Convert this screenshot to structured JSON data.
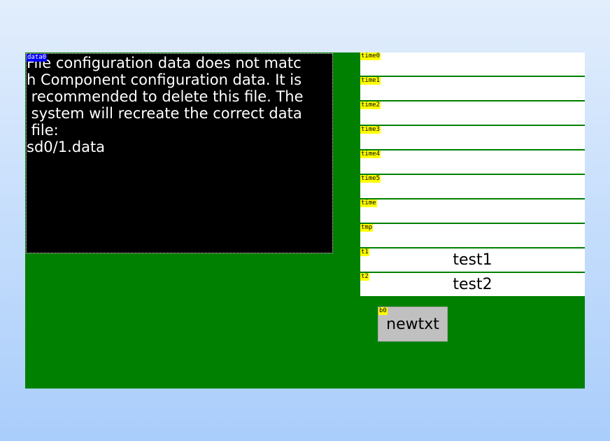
{
  "data0": {
    "tag": "data0",
    "lines": [
      "File configuration data does not matc",
      "h Component configuration data. It is",
      " recommended to delete this file. The",
      " system will recreate the correct data",
      " file:",
      "sd0/1.data"
    ]
  },
  "fields": [
    {
      "tag": "time0",
      "value": ""
    },
    {
      "tag": "time1",
      "value": ""
    },
    {
      "tag": "time2",
      "value": ""
    },
    {
      "tag": "time3",
      "value": ""
    },
    {
      "tag": "time4",
      "value": ""
    },
    {
      "tag": "time5",
      "value": ""
    },
    {
      "tag": "time",
      "value": ""
    },
    {
      "tag": "tmp",
      "value": ""
    },
    {
      "tag": "t1",
      "value": "test1"
    },
    {
      "tag": "t2",
      "value": "test2"
    }
  ],
  "button": {
    "tag": "b0",
    "label": "newtxt"
  },
  "colors": {
    "screen_background": "#008000",
    "data_background": "#000000",
    "tag_data": "#0000ff",
    "tag_component": "#ffff00",
    "field_background": "#ffffff",
    "button_background": "#c0c0c0"
  }
}
